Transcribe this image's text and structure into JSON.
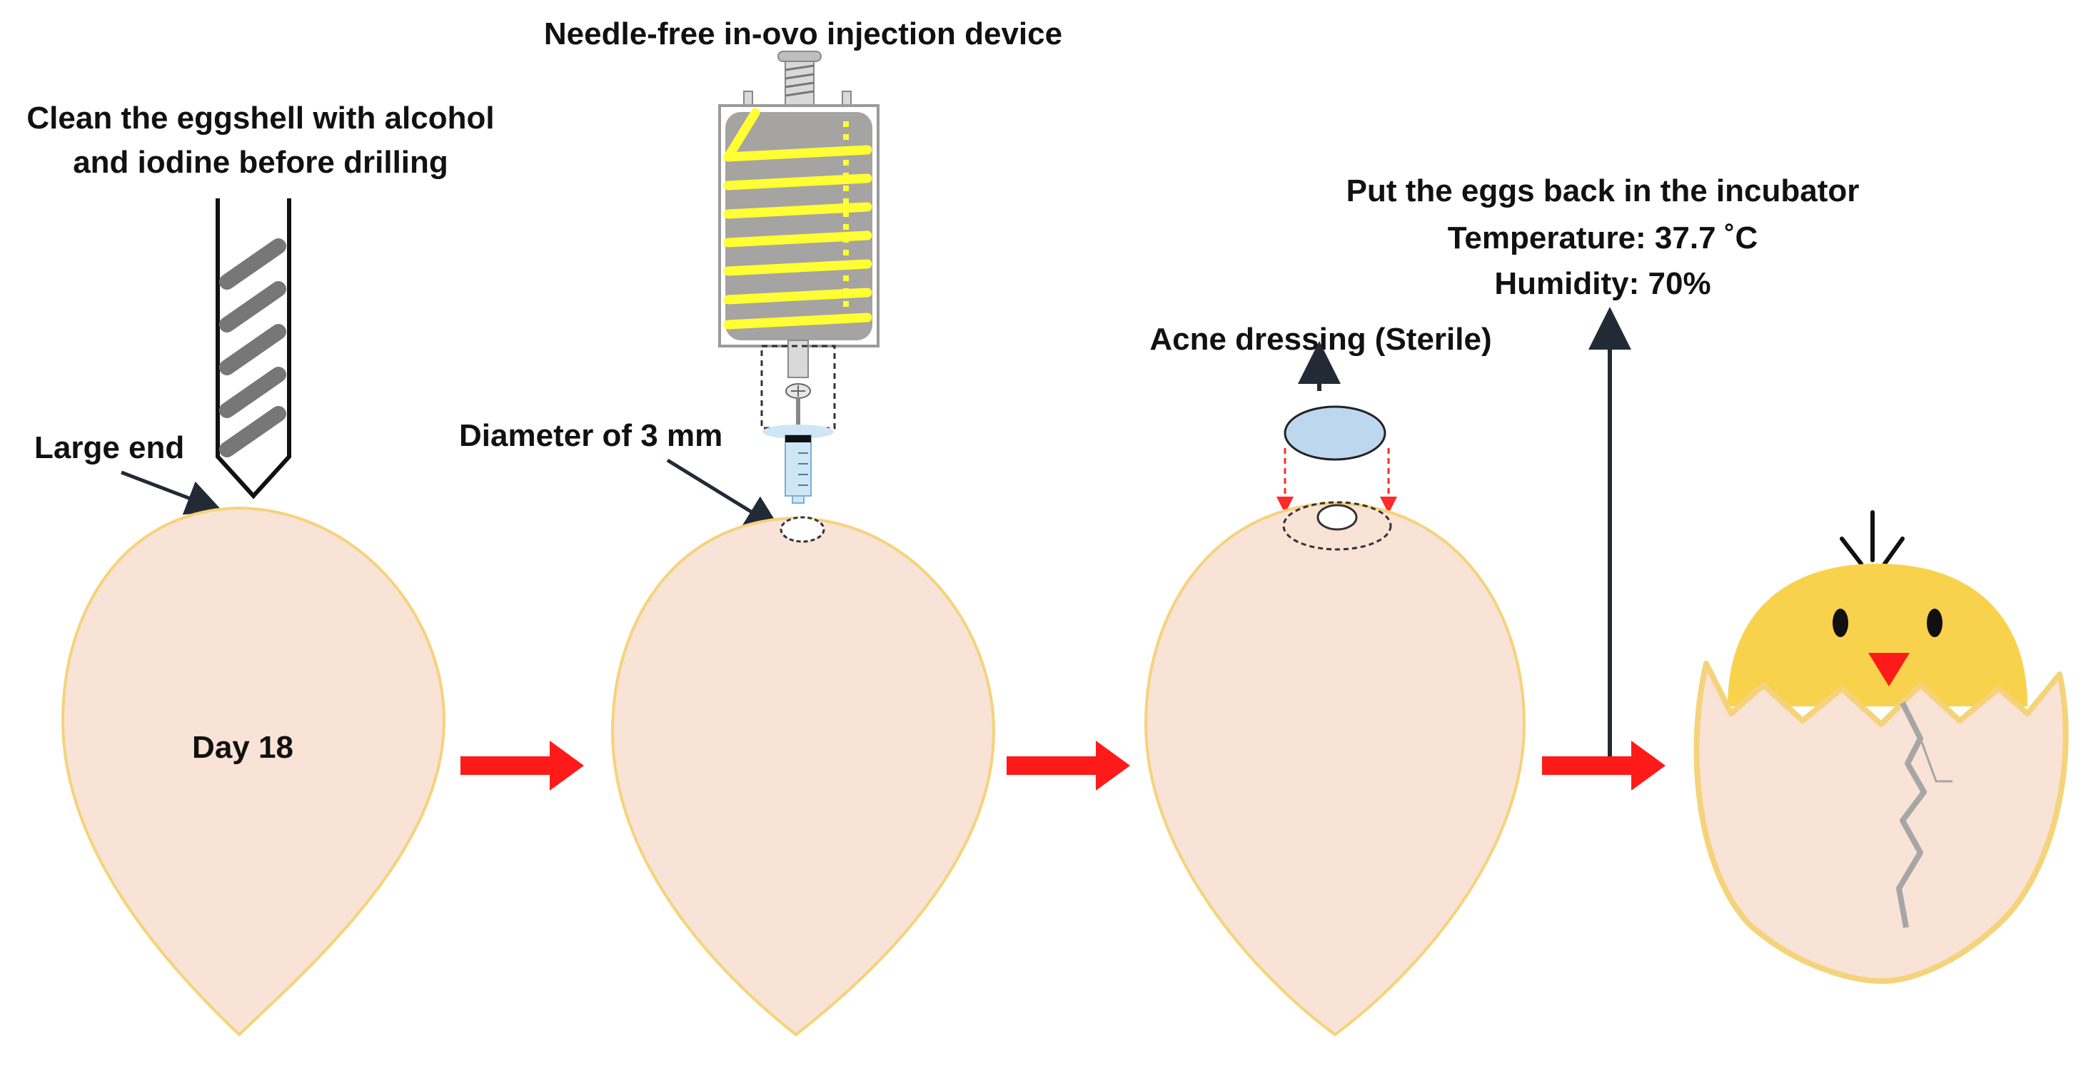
{
  "steps": {
    "drilling": {
      "instruction_line1": "Clean the eggshell with alcohol",
      "instruction_line2": "and iodine before drilling",
      "large_end_label": "Large end",
      "day_label": "Day 18"
    },
    "injection": {
      "device_label": "Needle-free in-ovo injection device",
      "diameter_label": "Diameter of 3 mm"
    },
    "dressing": {
      "dressing_label": "Acne dressing (Sterile)"
    },
    "incubation": {
      "line1": "Put the eggs back in the incubator",
      "line2": "Temperature: 37.7 ˚C",
      "line3": "Humidity: 70%"
    }
  },
  "colors": {
    "egg_fill": "#f9e2d6",
    "egg_stroke": "#f5d37a",
    "arrow_red": "#ff1a1a",
    "dashed_red": "#ff2a2a",
    "device_gray": "#a6a3a3",
    "coil_yellow": "#ffff33",
    "chick_yellow": "#f9d24d",
    "beak_red": "#ff1a1a",
    "dressing_blue": "#bdd7ee",
    "liquid_blue": "#cfe6f5",
    "text_dark": "#111111",
    "line_dark": "#222a35"
  },
  "icons": [
    "drill-bit-icon",
    "injection-device-icon",
    "dressing-pad-icon",
    "chick-icon",
    "egg-icon",
    "process-arrow-icon"
  ]
}
